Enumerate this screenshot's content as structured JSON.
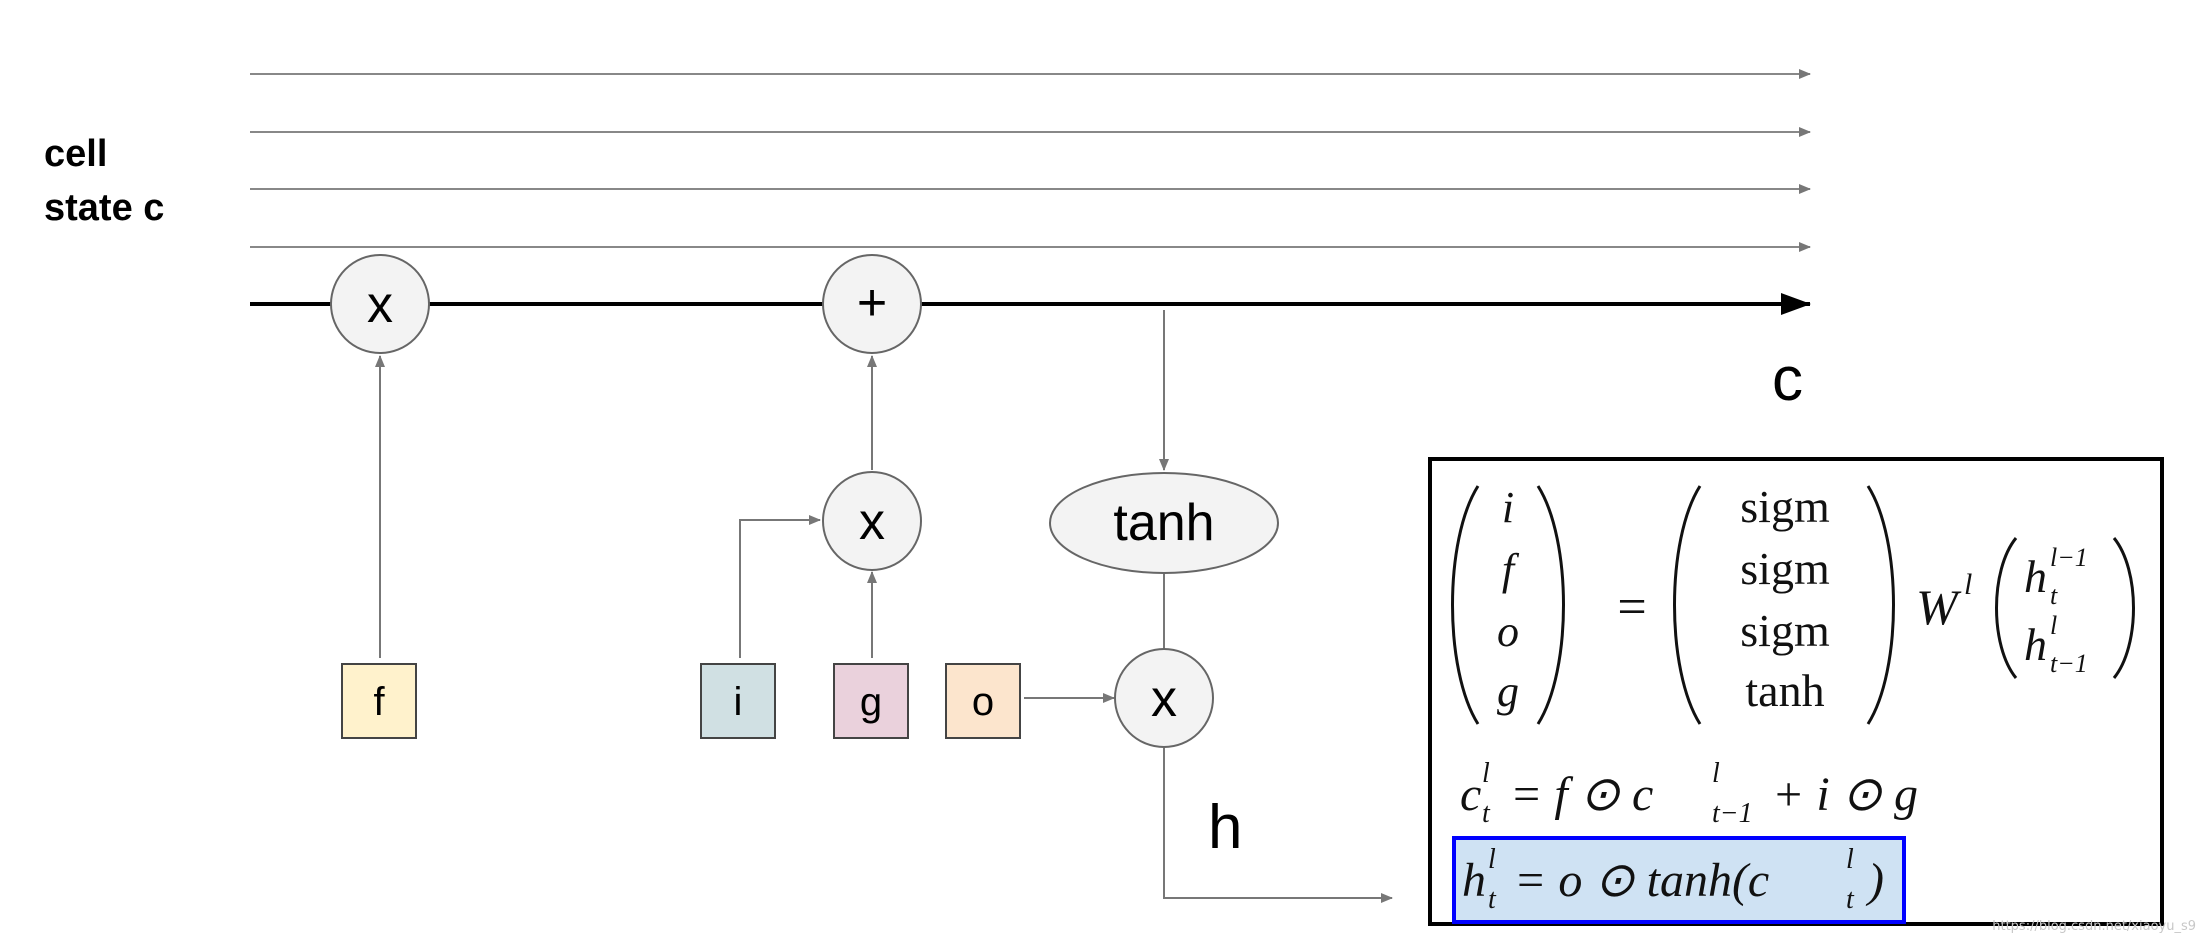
{
  "diagram": {
    "cell_state_label_line1": "cell",
    "cell_state_label_line2": "state c",
    "output_c_label": "c",
    "output_h_label": "h",
    "nodes": {
      "forget_multiply": "x",
      "add": "+",
      "input_multiply": "x",
      "tanh": "tanh",
      "output_multiply": "x"
    },
    "gates": {
      "f": "f",
      "i": "i",
      "g": "g",
      "o": "o"
    },
    "colors": {
      "f": "#fff2cc",
      "i": "#d0e0e3",
      "g": "#ead1dc",
      "o": "#fce5cd",
      "node": "#f3f3f3",
      "highlight_fill": "#cfe2f3",
      "highlight_border": "#0000ff"
    }
  },
  "equations": {
    "vec_left": [
      "i",
      "f",
      "o",
      "g"
    ],
    "equals": "=",
    "vec_mid": [
      "sigm",
      "sigm",
      "sigm",
      "tanh"
    ],
    "weight": "W",
    "weight_sup": "l",
    "vec_right_top": "h",
    "vec_right_top_sub": "t",
    "vec_right_top_sup": "l−1",
    "vec_right_bottom": "h",
    "vec_right_bottom_sub": "t−1",
    "vec_right_bottom_sup": "l",
    "cell_update": "c",
    "cell_update_sup": "l",
    "cell_update_sub": "t",
    "cell_update_rhs_1": "= f ⊙ c",
    "cell_update_rhs_sup": "l",
    "cell_update_rhs_sub": "t−1",
    "cell_update_rhs_2": "+ i ⊙ g",
    "hidden_update": "h",
    "hidden_update_sup": "l",
    "hidden_update_sub": "t",
    "hidden_update_rhs": "= o ⊙ tanh(c",
    "hidden_update_rhs_sup": "l",
    "hidden_update_rhs_sub": "t",
    "hidden_update_rhs_close": ")"
  },
  "watermark": "https://blog.csdn.net/xiaoyu_s9"
}
